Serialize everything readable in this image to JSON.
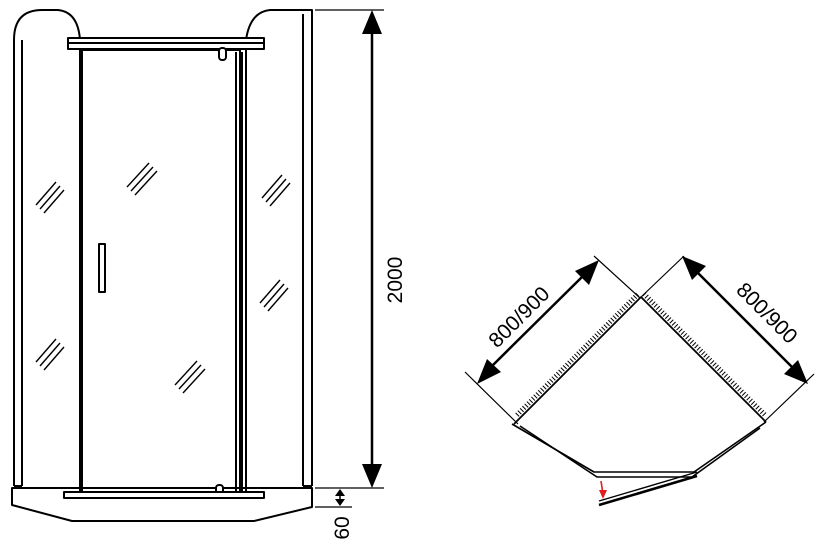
{
  "front_view": {
    "height_label": "2000",
    "base_label": "60"
  },
  "plan_view": {
    "left_side_label": "800/900",
    "right_side_label": "800/900"
  },
  "colors": {
    "line": "#000000",
    "arrow_accent": "#e02020"
  }
}
